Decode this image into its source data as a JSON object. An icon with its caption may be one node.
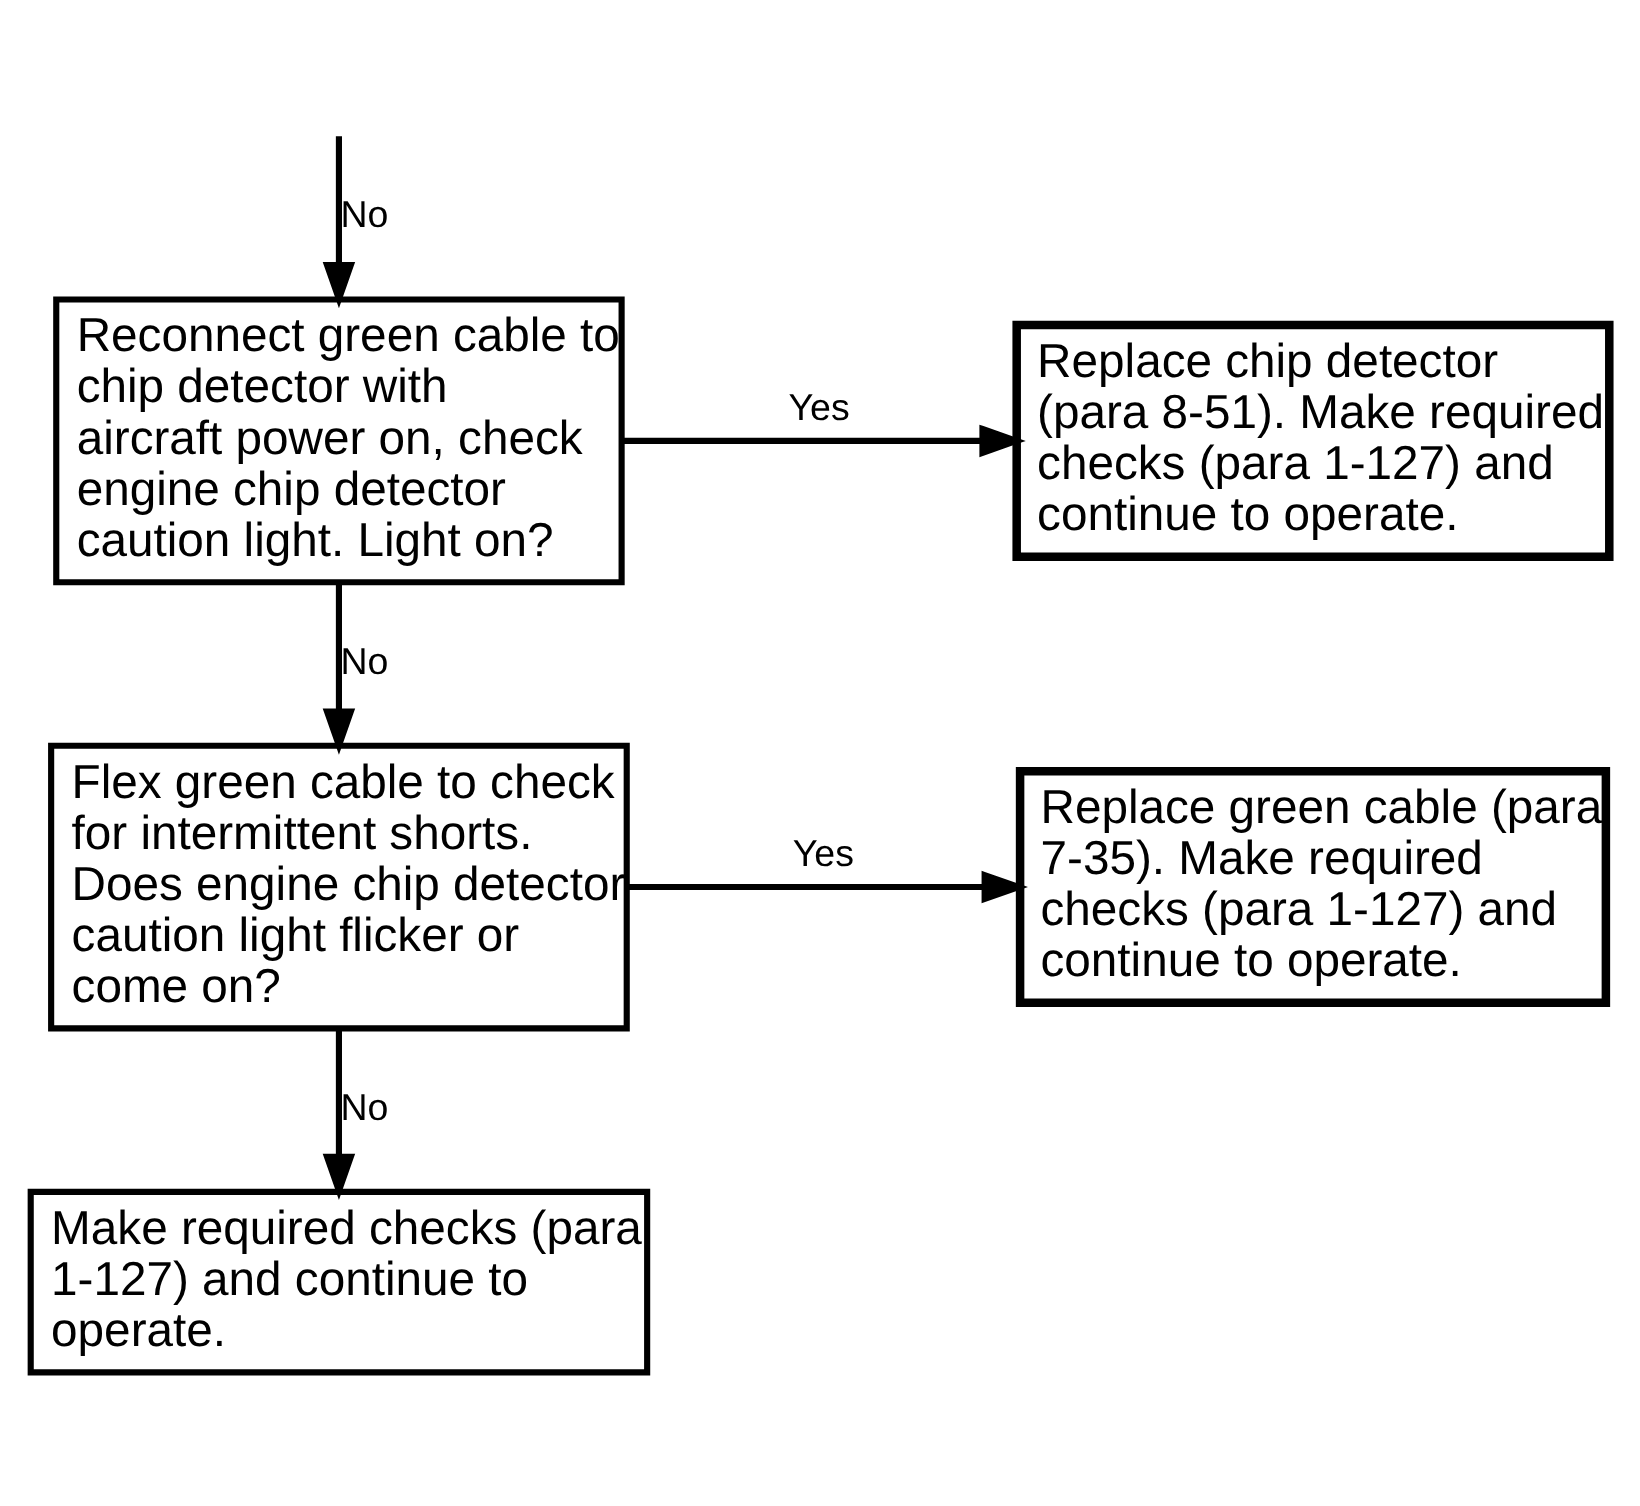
{
  "diagram": {
    "nodes": [
      {
        "text": [
          "Reconnect green cable to chip detector with aircraft power on, check engine chip detector caution light. Light on?"
        ]
      },
      {
        "text": [
          "Replace chip detector (para 8-51). Make required checks (para 1-127) and continue to operate."
        ]
      },
      {
        "text": [
          "Flex green cable to check for intermittent shorts. Does engine chip detector caution light flicker or come on?"
        ]
      },
      {
        "text": [
          "Replace green cable (para 7-35). Make required checks (para 1-127) and continue to operate."
        ]
      },
      {
        "text": [
          "Make required checks (para 1-127) and continue to operate."
        ]
      }
    ],
    "edges": [
      {
        "from": null,
        "to": 0,
        "arrow": "to",
        "label": "No"
      },
      {
        "from": 0,
        "to": 1,
        "arrow": "to",
        "label": "Yes"
      },
      {
        "from": 0,
        "to": 2,
        "arrow": "to",
        "label": "No"
      },
      {
        "from": 2,
        "to": 3,
        "arrow": "to",
        "label": "Yes"
      },
      {
        "from": 2,
        "to": 4,
        "arrow": "to",
        "label": "No"
      }
    ]
  }
}
